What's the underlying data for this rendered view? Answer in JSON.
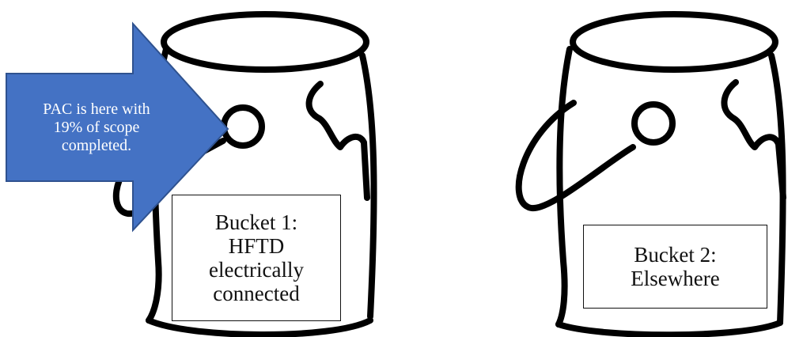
{
  "arrow": {
    "lines": [
      "PAC is here with",
      "19% of scope",
      "completed."
    ],
    "fill_color": "#4472C4",
    "stroke_color": "#2F528F"
  },
  "buckets": [
    {
      "label_lines": [
        "Bucket 1:",
        "HFTD",
        "electrically",
        "connected"
      ]
    },
    {
      "label_lines": [
        "Bucket 2:",
        "Elsewhere"
      ]
    }
  ]
}
